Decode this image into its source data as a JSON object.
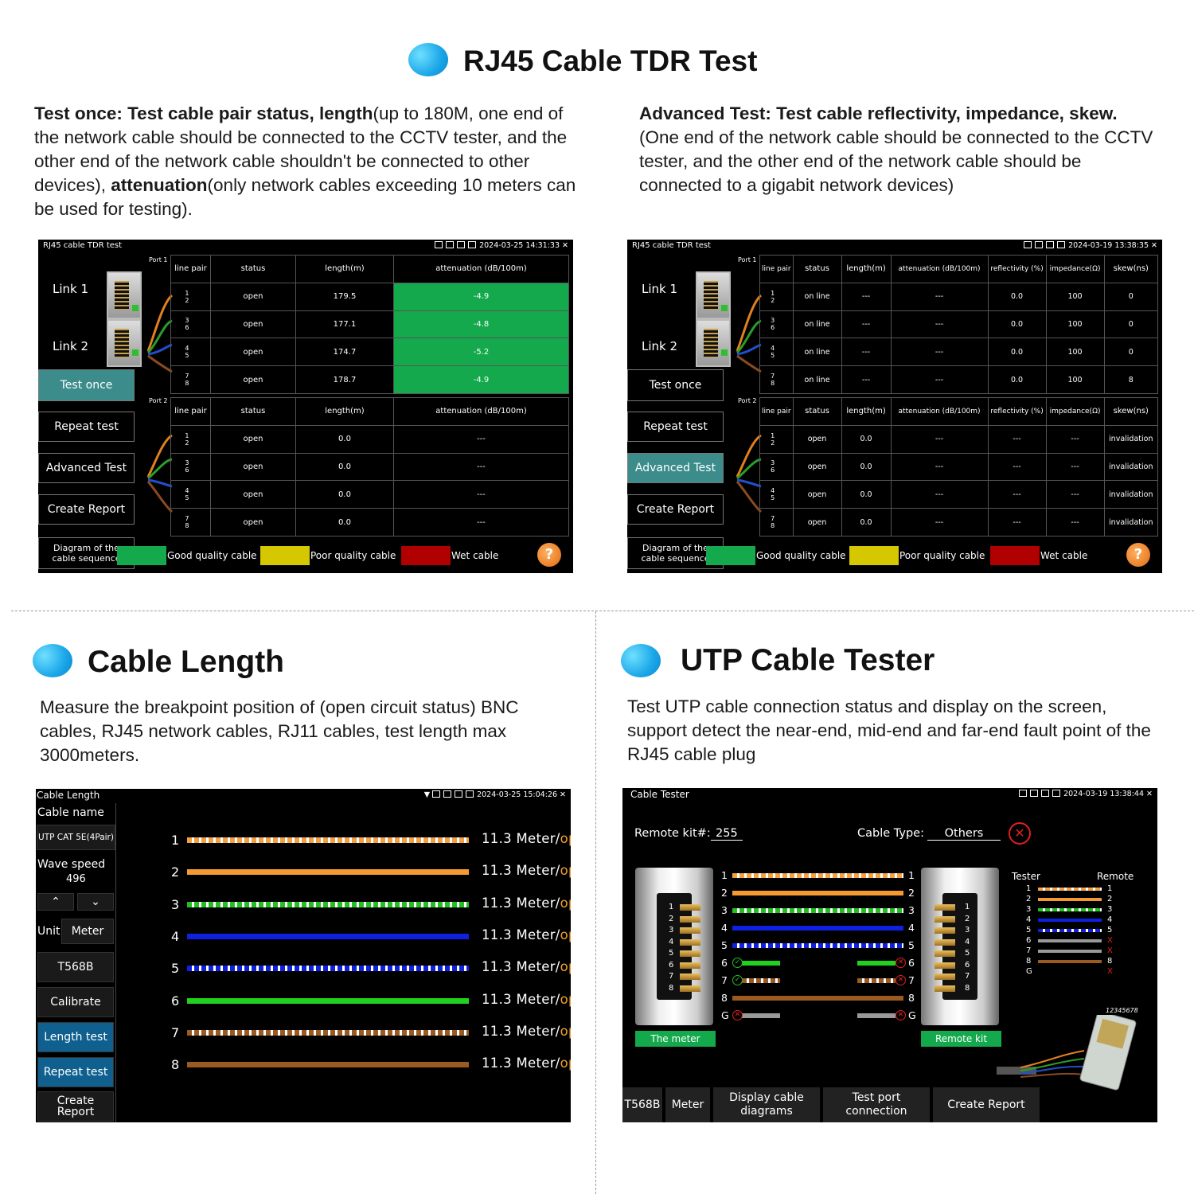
{
  "section1": {
    "title": "RJ45 Cable TDR Test",
    "left_desc": {
      "p1_bold": "Test once: Test cable pair status, length",
      "p1_rest": "(up to 180M, one end of the network cable should be connected to the CCTV tester, and the other end of the network cable shouldn't be connected to other devices), ",
      "p2_bold": "attenuation",
      "p2_rest": "(only network cables exceeding 10 meters can be used for testing)."
    },
    "right_desc": {
      "bold": "Advanced Test: Test cable reflectivity, impedance, skew.",
      "rest": "(One end of the network cable should be connected to the CCTV tester, and the other end of the network cable should be connected to a gigabit network devices)"
    }
  },
  "screen1": {
    "title": "RJ45 cable TDR test",
    "status": "2024-03-25 14:31:33",
    "link1": "Link 1",
    "link2": "Link 2",
    "port1": "Port 1",
    "port2": "Port 2",
    "buttons": [
      "Test once",
      "Repeat test",
      "Advanced Test",
      "Create Report",
      "Diagram of the cable sequence"
    ],
    "headers": [
      "line pair",
      "status",
      "length(m)",
      "attenuation (dB/100m)"
    ],
    "port1_rows": [
      [
        "1",
        "2",
        "open",
        "179.5",
        "-4.9"
      ],
      [
        "3",
        "6",
        "open",
        "177.1",
        "-4.8"
      ],
      [
        "4",
        "5",
        "open",
        "174.7",
        "-5.2"
      ],
      [
        "7",
        "8",
        "open",
        "178.7",
        "-4.9"
      ]
    ],
    "port2_rows": [
      [
        "1",
        "2",
        "open",
        "0.0",
        "---"
      ],
      [
        "3",
        "6",
        "open",
        "0.0",
        "---"
      ],
      [
        "4",
        "5",
        "open",
        "0.0",
        "---"
      ],
      [
        "7",
        "8",
        "open",
        "0.0",
        "---"
      ]
    ],
    "legend": [
      "Good quality cable",
      "Poor quality cable",
      "Wet cable"
    ]
  },
  "screen2": {
    "title": "RJ45 cable TDR test",
    "status": "2024-03-19 13:38:35",
    "link1": "Link 1",
    "link2": "Link 2",
    "port1": "Port 1",
    "port2": "Port 2",
    "buttons": [
      "Test once",
      "Repeat test",
      "Advanced Test",
      "Create Report",
      "Diagram of the cable sequence"
    ],
    "headers": [
      "line pair",
      "status",
      "length(m)",
      "attenuation (dB/100m)",
      "reflectivity (%)",
      "impedance(Ω)",
      "skew(ns)"
    ],
    "port1_rows": [
      [
        "1",
        "2",
        "on line",
        "---",
        "---",
        "0.0",
        "100",
        "0"
      ],
      [
        "3",
        "6",
        "on line",
        "---",
        "---",
        "0.0",
        "100",
        "0"
      ],
      [
        "4",
        "5",
        "on line",
        "---",
        "---",
        "0.0",
        "100",
        "0"
      ],
      [
        "7",
        "8",
        "on line",
        "---",
        "---",
        "0.0",
        "100",
        "8"
      ]
    ],
    "port2_rows": [
      [
        "1",
        "2",
        "open",
        "0.0",
        "---",
        "---",
        "---",
        "invalidation"
      ],
      [
        "3",
        "6",
        "open",
        "0.0",
        "---",
        "---",
        "---",
        "invalidation"
      ],
      [
        "4",
        "5",
        "open",
        "0.0",
        "---",
        "---",
        "---",
        "invalidation"
      ],
      [
        "7",
        "8",
        "open",
        "0.0",
        "---",
        "---",
        "---",
        "invalidation"
      ]
    ],
    "legend": [
      "Good quality cable",
      "Poor quality cable",
      "Wet cable"
    ]
  },
  "section3": {
    "title": "Cable Length",
    "desc": "Measure the breakpoint position of (open circuit status) BNC cables, RJ45 network cables, RJ11 cables, test length max 3000meters."
  },
  "screen3": {
    "title": "Cable Length",
    "status": "2024-03-25 15:04:26",
    "cable_name_label": "Cable name",
    "cable_name": "UTP CAT 5E(4Pair)",
    "wave_speed_label": "Wave speed",
    "wave_speed": "496",
    "unit_label": "Unit",
    "unit": "Meter",
    "buttons": [
      "T568B",
      "Calibrate",
      "Length test",
      "Repeat test",
      "Create Report"
    ],
    "wires": [
      {
        "n": "1",
        "len": "11.3 Meter/",
        "st": "open"
      },
      {
        "n": "2",
        "len": "11.3 Meter/",
        "st": "open"
      },
      {
        "n": "3",
        "len": "11.3 Meter/",
        "st": "open"
      },
      {
        "n": "4",
        "len": "11.3 Meter/",
        "st": "open"
      },
      {
        "n": "5",
        "len": "11.3 Meter/",
        "st": "open"
      },
      {
        "n": "6",
        "len": "11.3 Meter/",
        "st": "open"
      },
      {
        "n": "7",
        "len": "11.3 Meter/",
        "st": "open"
      },
      {
        "n": "8",
        "len": "11.3 Meter/",
        "st": "open"
      }
    ]
  },
  "section4": {
    "title": "UTP Cable Tester",
    "desc": "Test UTP cable connection status and display on the screen, support detect the near-end, mid-end and far-end fault point of the RJ45 cable plug"
  },
  "screen4": {
    "title": "Cable Tester",
    "status": "2024-03-19 13:38:44",
    "remote_label": "Remote kit#:",
    "remote_value": "255",
    "type_label": "Cable Type:",
    "type_value": "Others",
    "pins": [
      "1",
      "2",
      "3",
      "4",
      "5",
      "6",
      "7",
      "8",
      "G"
    ],
    "meter_label": "The meter",
    "remote_kit_label": "Remote kit",
    "tester_label": "Tester",
    "remote_col_label": "Remote",
    "remote_marks": [
      "1",
      "2",
      "3",
      "4",
      "5",
      "X",
      "X",
      "8",
      "X"
    ],
    "plug_code": "12345678",
    "bottom_buttons": [
      "T568B",
      "Meter",
      "Display cable diagrams",
      "Test port connection",
      "Create Report"
    ]
  },
  "colors": {
    "accent_blue": "#1aa6e8",
    "good": "#14a94d",
    "poor": "#d6c800",
    "wet": "#b00000",
    "open_text": "#f0a030"
  }
}
